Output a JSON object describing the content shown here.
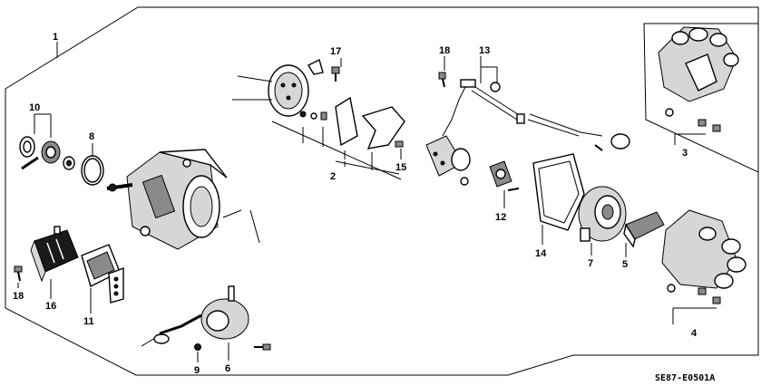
{
  "diagram": {
    "part_labels": [
      "1",
      "2",
      "3",
      "4",
      "5",
      "6",
      "7",
      "8",
      "9",
      "10",
      "11",
      "12",
      "13",
      "14",
      "15",
      "16",
      "17",
      "18",
      "18"
    ],
    "diagram_code": "SE87-E0501A"
  }
}
